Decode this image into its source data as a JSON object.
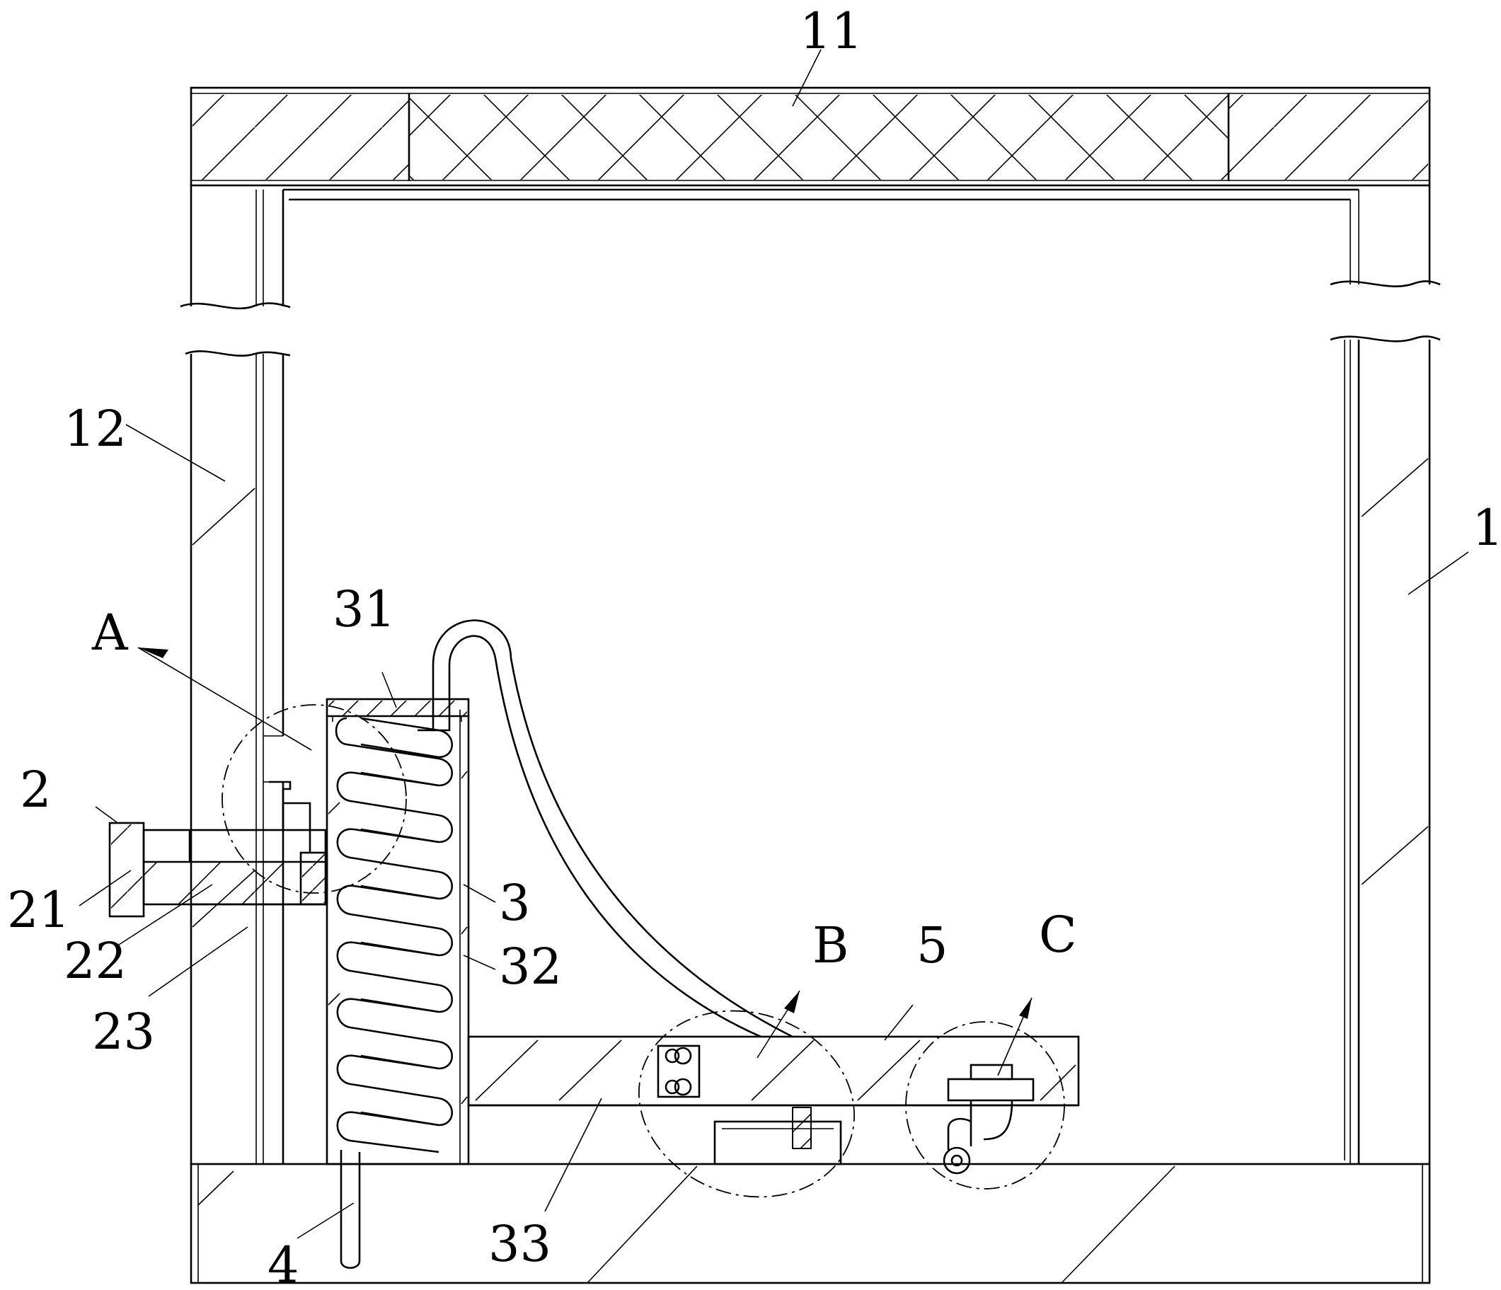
{
  "labels": {
    "l11": "11",
    "l12": "12",
    "l1": "1",
    "lA": "A",
    "l31": "31",
    "l2": "2",
    "l21": "21",
    "l22": "22",
    "l23": "23",
    "l3": "3",
    "l32": "32",
    "lB": "B",
    "l5": "5",
    "lC": "C",
    "l33": "33",
    "l4": "4"
  },
  "colors": {
    "stroke": "#000000",
    "background": "#ffffff"
  }
}
